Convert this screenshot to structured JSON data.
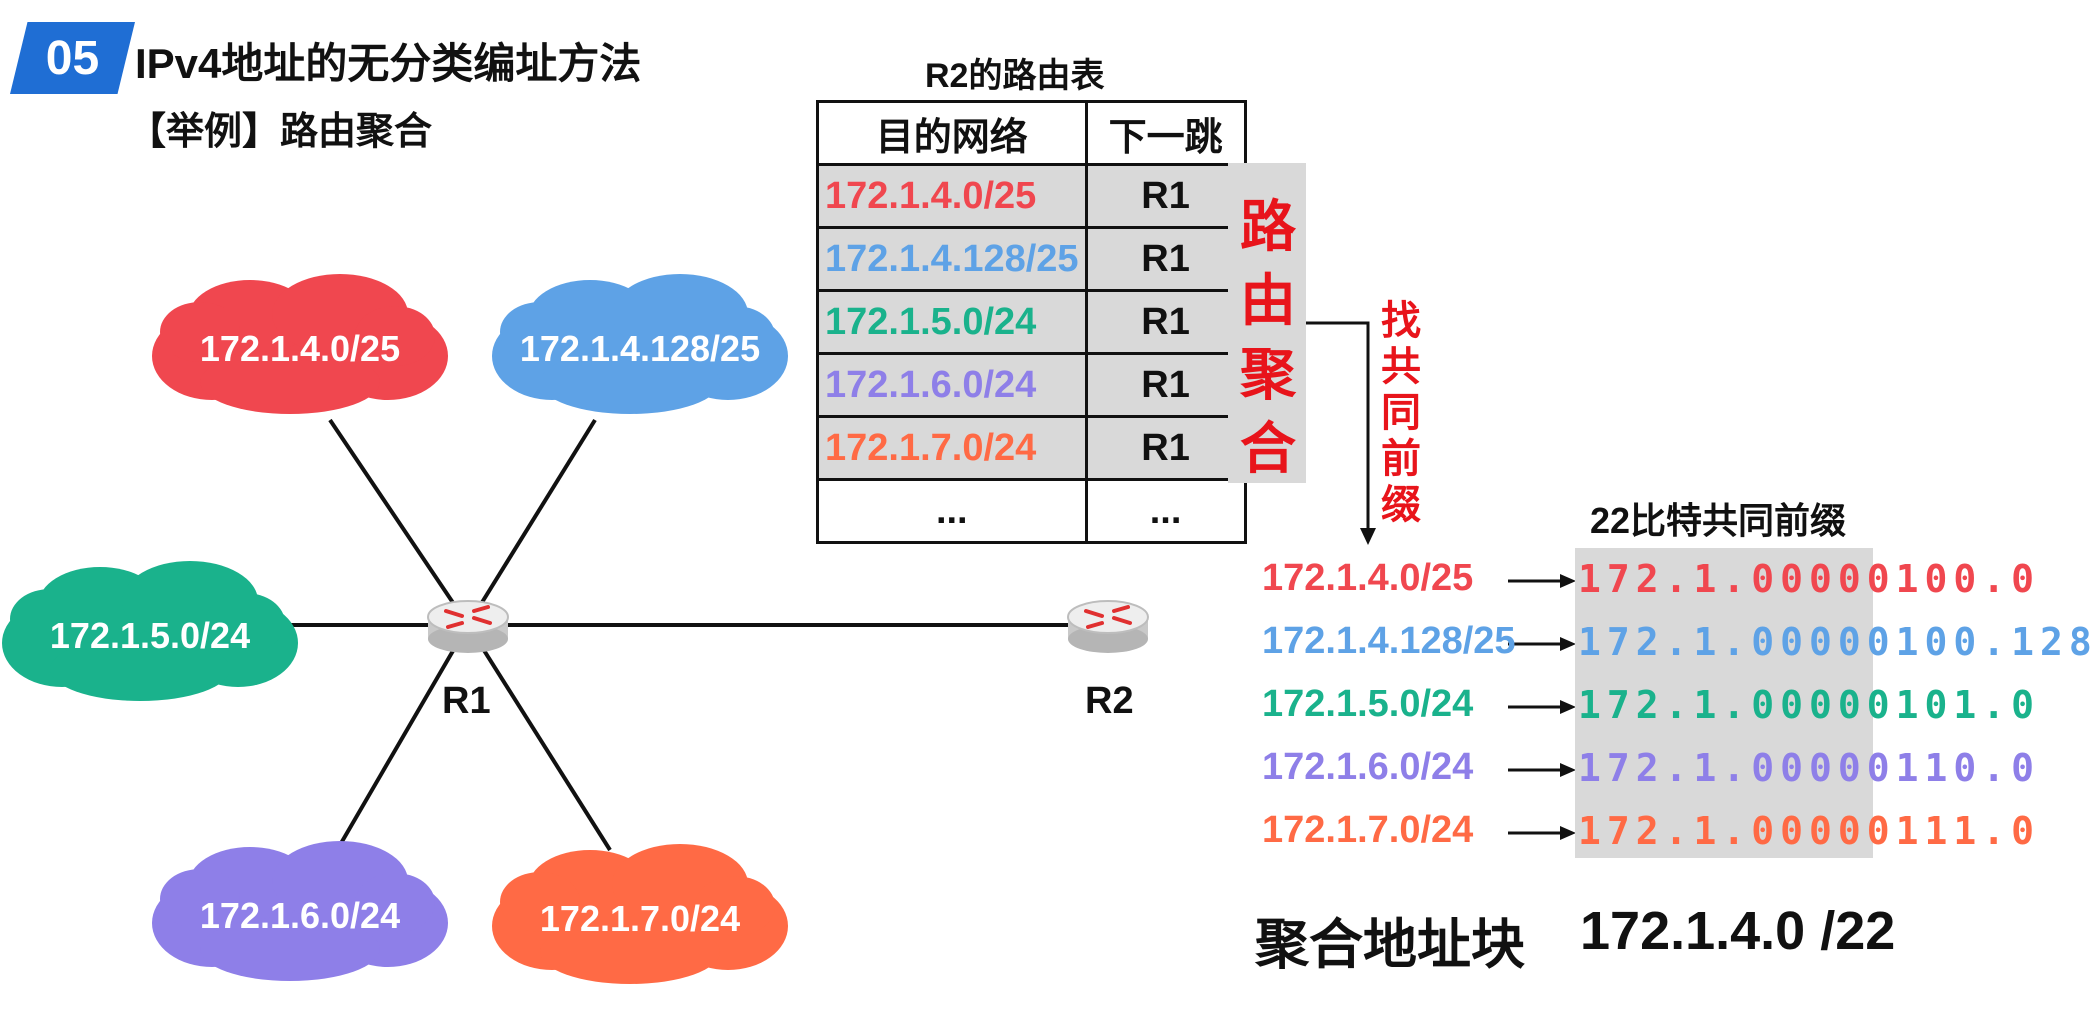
{
  "header": {
    "badge": "05",
    "title": "IPv4地址的无分类编址方法",
    "subtitle": "【举例】路由聚合"
  },
  "colors": {
    "red": "#f0474f",
    "blue": "#5ea2e6",
    "green": "#1ab28c",
    "purple": "#8e7fe8",
    "orange": "#ff6a45",
    "accent": "#e8141b",
    "badge": "#1f6ed4"
  },
  "networks": [
    {
      "label": "172.1.4.0/25",
      "color": "#f0474f"
    },
    {
      "label": "172.1.4.128/25",
      "color": "#5ea2e6"
    },
    {
      "label": "172.1.5.0/24",
      "color": "#1ab28c"
    },
    {
      "label": "172.1.6.0/24",
      "color": "#8e7fe8"
    },
    {
      "label": "172.1.7.0/24",
      "color": "#ff6a45"
    }
  ],
  "routers": {
    "r1": "R1",
    "r2": "R2"
  },
  "routing_table": {
    "title": "R2的路由表",
    "headers": [
      "目的网络",
      "下一跳"
    ],
    "rows": [
      {
        "dest": "172.1.4.0/25",
        "hop": "R1"
      },
      {
        "dest": "172.1.4.128/25",
        "hop": "R1"
      },
      {
        "dest": "172.1.5.0/24",
        "hop": "R1"
      },
      {
        "dest": "172.1.6.0/24",
        "hop": "R1"
      },
      {
        "dest": "172.1.7.0/24",
        "hop": "R1"
      },
      {
        "dest": "...",
        "hop": "..."
      }
    ]
  },
  "aggregation_label": "路由聚合",
  "find_prefix_label": "找共同前缀",
  "common_prefix_title": "22比特共同前缀",
  "binary_rows": [
    {
      "net": "172.1.4.0/25",
      "binary": "172.1.00000100.0"
    },
    {
      "net": "172.1.4.128/25",
      "binary": "172.1.00000100.128"
    },
    {
      "net": "172.1.5.0/24",
      "binary": "172.1.00000101.0"
    },
    {
      "net": "172.1.6.0/24",
      "binary": "172.1.00000110.0"
    },
    {
      "net": "172.1.7.0/24",
      "binary": "172.1.00000111.0"
    }
  ],
  "result": {
    "label": "聚合地址块",
    "value": "172.1.4.0 /22"
  }
}
